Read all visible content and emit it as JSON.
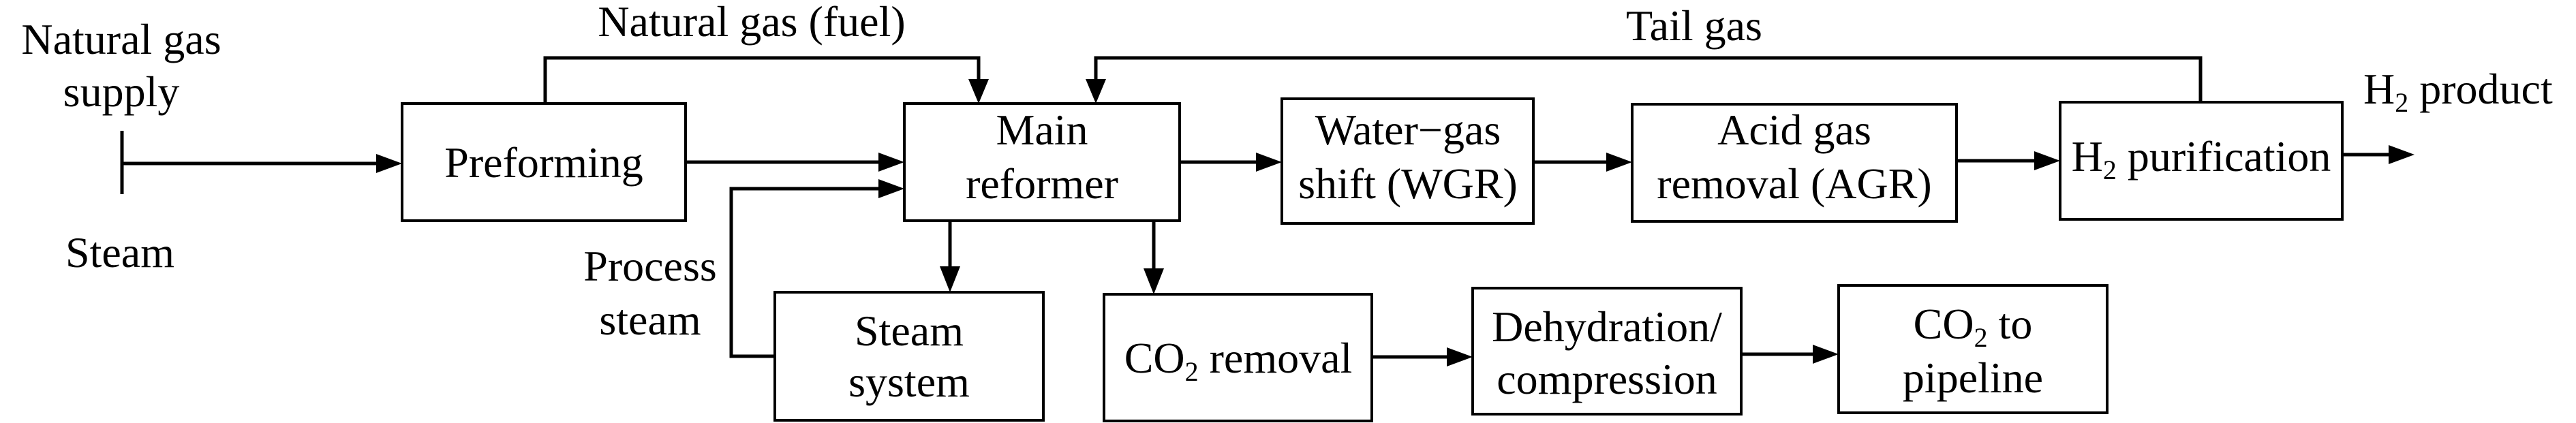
{
  "inputs": {
    "natural_gas_supply": [
      "Natural gas",
      "supply"
    ],
    "steam": "Steam",
    "natural_gas_fuel": "Natural gas (fuel)",
    "tail_gas": "Tail gas",
    "process_steam": [
      "Process",
      "steam"
    ],
    "h2_product": {
      "main": "H",
      "sub": "2",
      "rest": " product"
    }
  },
  "blocks": {
    "preforming": [
      "Preforming"
    ],
    "main_reformer": [
      "Main",
      "reformer"
    ],
    "water_gas_shift": [
      "Water−gas",
      "shift (WGR)"
    ],
    "acid_gas_removal": [
      "Acid gas",
      "removal (AGR)"
    ],
    "h2_purification": {
      "main": "H",
      "sub": "2",
      "rest": " purification"
    },
    "steam_system": [
      "Steam",
      "system"
    ],
    "co2_removal": {
      "main": "CO",
      "sub": "2",
      "rest": " removal"
    },
    "dehydration": [
      "Dehydration/",
      "compression"
    ],
    "co2_pipeline": {
      "line1_main": "CO",
      "line1_sub": "2",
      "line1_rest": " to",
      "line2": "pipeline"
    }
  }
}
